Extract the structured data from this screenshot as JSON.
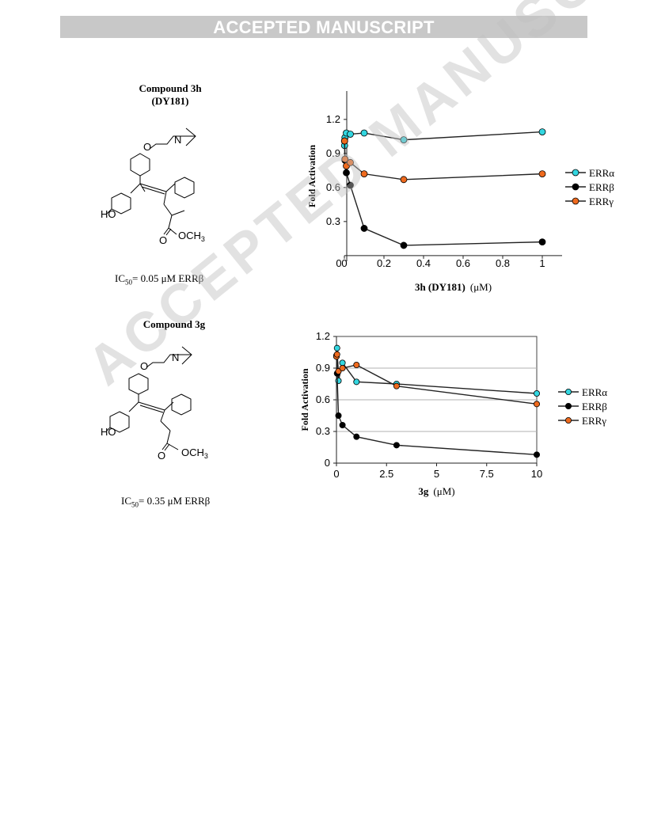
{
  "banner": "ACCEPTED MANUSCRIPT",
  "watermark": "ACCEPTED MANUSCRIPT",
  "compounds": [
    {
      "title": "Compound 3h",
      "subtitle": "(DY181)",
      "ic50_prefix": "IC",
      "ic50_sub": "50",
      "ic50_text": "= 0.05 μM ERRβ",
      "labels": {
        "oh": "HO",
        "och3_a": "O",
        "och3_b": "OCH",
        "och3_sub": "3",
        "carbonyl_o": "O",
        "n": "N",
        "o_ether": "O"
      }
    },
    {
      "title": "Compound 3g",
      "subtitle": "",
      "ic50_prefix": "IC",
      "ic50_sub": "50",
      "ic50_text": "= 0.35 μM ERRβ",
      "labels": {
        "oh": "HO",
        "och3_a": "O",
        "och3_b": "OCH",
        "och3_sub": "3",
        "carbonyl_o": "O",
        "n": "N",
        "o_ether": "O"
      }
    }
  ],
  "colors": {
    "ERRa": "#33d6e0",
    "ERRb": "#000000",
    "ERRg": "#ee6a1e",
    "grid": "#b0b0b0"
  },
  "chart_data": [
    {
      "type": "line",
      "xlabel_bold": "3h (DY181)",
      "xlabel_rest": "(μM)",
      "ylabel": "Fold Activation",
      "xlim": [
        0,
        1.1
      ],
      "ylim": [
        -0.05,
        1.45
      ],
      "xticks": [
        0,
        0.2,
        0.4,
        0.6,
        0.8,
        1
      ],
      "xtick_labels": [
        "0",
        "0.2",
        "0.4",
        "0.6",
        "0.8",
        "1"
      ],
      "yticks": [
        0.3,
        0.6,
        0.9,
        1.2
      ],
      "ytick_labels": [
        "0.3",
        "0.6",
        "0.9",
        "1.2"
      ],
      "origin_label": "0",
      "grid": false,
      "legend_position": "right",
      "series": [
        {
          "name": "ERRα",
          "color_key": "ERRa",
          "x": [
            0.001,
            0.003,
            0.01,
            0.03,
            0.1,
            0.3,
            1.0
          ],
          "y": [
            0.97,
            1.04,
            1.08,
            1.07,
            1.08,
            1.02,
            1.09
          ]
        },
        {
          "name": "ERRβ",
          "color_key": "ERRb",
          "x": [
            0.001,
            0.003,
            0.01,
            0.03,
            0.1,
            0.3,
            1.0
          ],
          "y": [
            1.01,
            0.84,
            0.73,
            0.62,
            0.24,
            0.09,
            0.12
          ]
        },
        {
          "name": "ERRγ",
          "color_key": "ERRg",
          "x": [
            0.001,
            0.003,
            0.01,
            0.03,
            0.1,
            0.3,
            1.0
          ],
          "y": [
            1.01,
            0.85,
            0.79,
            0.82,
            0.72,
            0.67,
            0.72
          ]
        }
      ]
    },
    {
      "type": "line",
      "xlabel_bold": "3g",
      "xlabel_rest": "(μM)",
      "ylabel": "Fold Activation",
      "xlim": [
        0,
        10
      ],
      "ylim": [
        0,
        1.2
      ],
      "xticks": [
        0,
        2.5,
        5,
        7.5,
        10
      ],
      "xtick_labels": [
        "0",
        "2.5",
        "5",
        "7.5",
        "10"
      ],
      "yticks": [
        0,
        0.3,
        0.6,
        0.9,
        1.2
      ],
      "ytick_labels": [
        "0",
        "0.3",
        "0.6",
        "0.9",
        "1.2"
      ],
      "grid": true,
      "legend_position": "right",
      "series": [
        {
          "name": "ERRα",
          "color_key": "ERRa",
          "x": [
            0,
            0.03,
            0.1,
            0.3,
            1,
            3,
            10
          ],
          "y": [
            1.02,
            1.09,
            0.78,
            0.95,
            0.77,
            0.75,
            0.66
          ]
        },
        {
          "name": "ERRβ",
          "color_key": "ERRb",
          "x": [
            0,
            0.03,
            0.1,
            0.3,
            1,
            3,
            10
          ],
          "y": [
            1.01,
            0.85,
            0.45,
            0.36,
            0.25,
            0.17,
            0.08
          ]
        },
        {
          "name": "ERRγ",
          "color_key": "ERRg",
          "x": [
            0,
            0.03,
            0.1,
            0.3,
            1,
            3,
            10
          ],
          "y": [
            1.01,
            1.03,
            0.87,
            0.9,
            0.93,
            0.73,
            0.56
          ]
        }
      ]
    }
  ]
}
